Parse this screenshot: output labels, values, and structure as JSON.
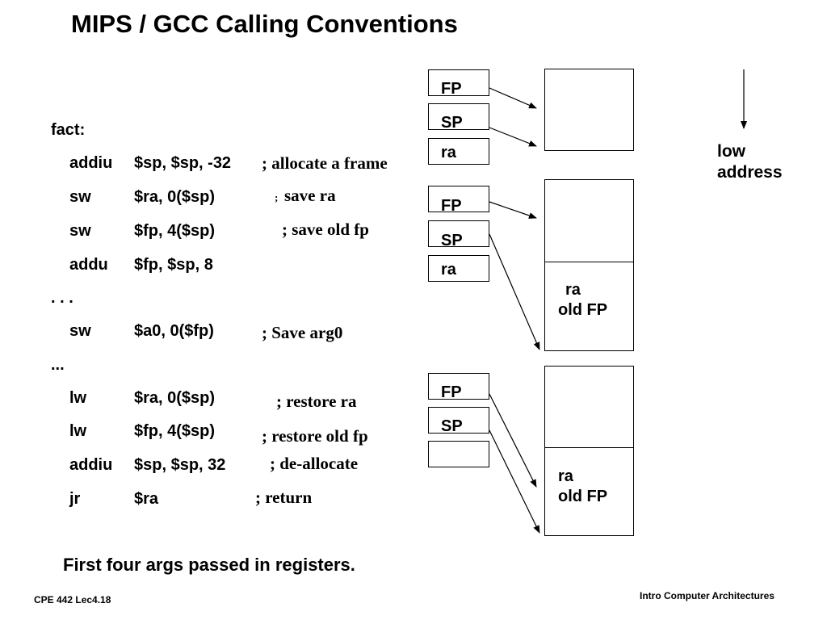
{
  "title": "MIPS / GCC Calling Conventions",
  "code": {
    "label_fact": "fact:",
    "l1": {
      "op": "addiu",
      "args": "$sp, $sp, -32",
      "comment": "; allocate a frame"
    },
    "l2": {
      "op": "sw",
      "args": "$ra, 0($sp)",
      "comment_semi": ";",
      "comment": "save ra"
    },
    "l3": {
      "op": "sw",
      "args": "$fp, 4($sp)",
      "comment": "; save old fp"
    },
    "l4": {
      "op": "addu",
      "args": "$fp, $sp, 8"
    },
    "dots1": ". . .",
    "l5": {
      "op": "sw",
      "args": "$a0, 0($fp)",
      "comment": "; Save arg0"
    },
    "dots2": "...",
    "l6": {
      "op": "lw",
      "args": "$ra, 0($sp)",
      "comment": "; restore ra"
    },
    "l7": {
      "op": "lw",
      "args": "$fp, 4($sp)",
      "comment": "; restore old fp"
    },
    "l8": {
      "op": "addiu",
      "args": "$sp, $sp, 32",
      "comment": "; de-allocate"
    },
    "l9": {
      "op": "jr",
      "args": "$ra",
      "comment": "; return"
    }
  },
  "note": "First four args passed in registers.",
  "diagram": {
    "group1": {
      "fp": "FP",
      "sp": "SP",
      "ra": "ra"
    },
    "group2": {
      "fp": "FP",
      "sp": "SP",
      "ra": "ra",
      "frame_ra": "ra",
      "frame_oldfp": "old FP"
    },
    "group3": {
      "fp": "FP",
      "sp": "SP",
      "frame_ra": "ra",
      "frame_oldfp": "old FP"
    },
    "low_address_line1": "low",
    "low_address_line2": "address"
  },
  "footer": {
    "left": "CPE 442  Lec4.18",
    "right": "Intro Computer Architectures"
  }
}
